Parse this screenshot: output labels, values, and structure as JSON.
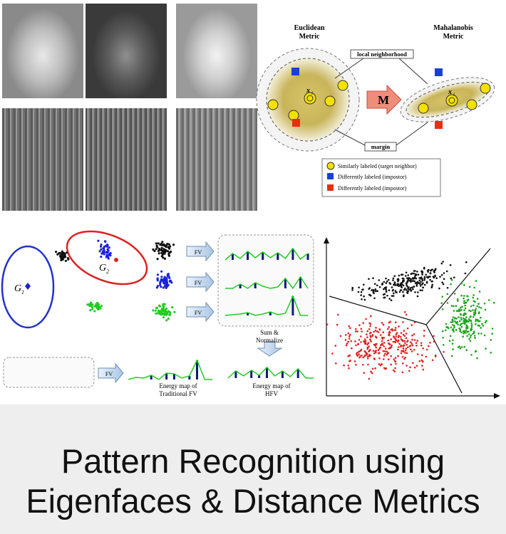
{
  "metric_figure": {
    "euclidean_label": "Euclidean",
    "euclidean_label_2": "Metric",
    "mahalanobis_label": "Mahalanobis",
    "mahalanobis_label_2": "Metric",
    "local_neighborhood_label": "local neighborhood",
    "margin_label": "margin",
    "transform_label": "M",
    "point_label": "x",
    "point_subscript": "i",
    "legend": [
      {
        "label": "Similarly labeled (target neighbor)",
        "color": "#f5e000"
      },
      {
        "label": "Differently labeled (impostor)",
        "color": "#1a3fd6"
      },
      {
        "label": "Differently labeled (impostor)",
        "color": "#e53010"
      }
    ]
  },
  "fv_figure": {
    "g1_label": "G",
    "g1_sub": "1",
    "g2_label": "G",
    "g2_sub": "2",
    "fv_label": "FV",
    "sum_label": "Sum &",
    "normalize_label": "Normalize",
    "energy_traditional_1": "Energy map of",
    "energy_traditional_2": "Traditional FV",
    "energy_hfv_1": "Energy map of",
    "energy_hfv_2": "HFV"
  },
  "colors": {
    "black_cluster": "#111111",
    "blue_cluster": "#1a22d8",
    "green_cluster": "#22cc22",
    "red_cluster": "#e02020"
  },
  "caption": {
    "line1": "Pattern Recognition using",
    "line2": "Eigenfaces & Distance Metrics"
  }
}
